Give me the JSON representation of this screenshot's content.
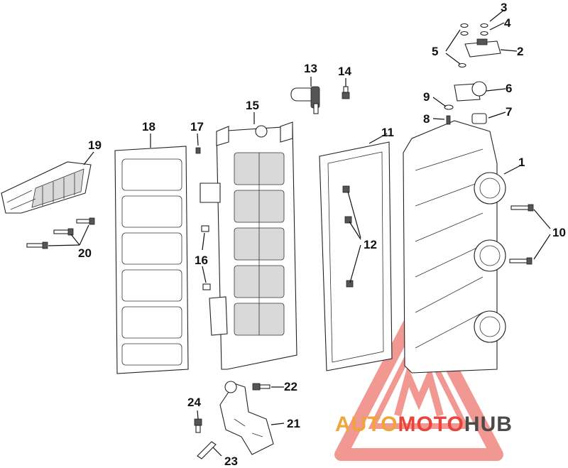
{
  "callouts": [
    "1",
    "2",
    "3",
    "4",
    "5",
    "6",
    "7",
    "8",
    "9",
    "10",
    "11",
    "12",
    "13",
    "14",
    "15",
    "16",
    "17",
    "18",
    "19",
    "20",
    "21",
    "22",
    "23",
    "24"
  ],
  "watermark": {
    "part1": "AUTO",
    "part2": "MOTO",
    "part3": "HUB",
    "color_orange": "#f0a53a",
    "color_red": "#e8443a",
    "color_grey": "#4a4a4a"
  }
}
